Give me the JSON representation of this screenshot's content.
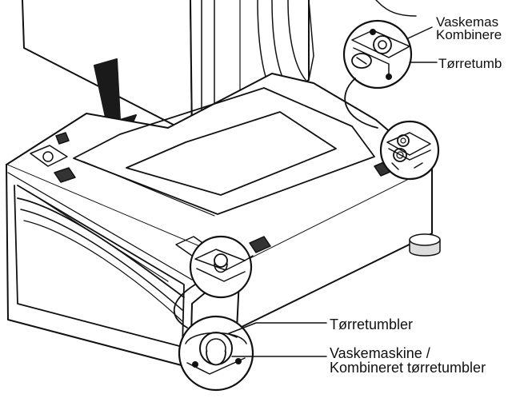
{
  "callouts": {
    "top_washer_line1": "Vaskemas",
    "top_washer_line2": "Kombinere",
    "top_dryer": "Tørretumb",
    "bottom_dryer": "Tørretumbler",
    "bottom_washer_line1": "Vaskemaskine /",
    "bottom_washer_line2": "Kombineret tørretumbler"
  },
  "colors": {
    "line": "#111111",
    "arrow": "#1a1a1a",
    "background": "#ffffff"
  }
}
